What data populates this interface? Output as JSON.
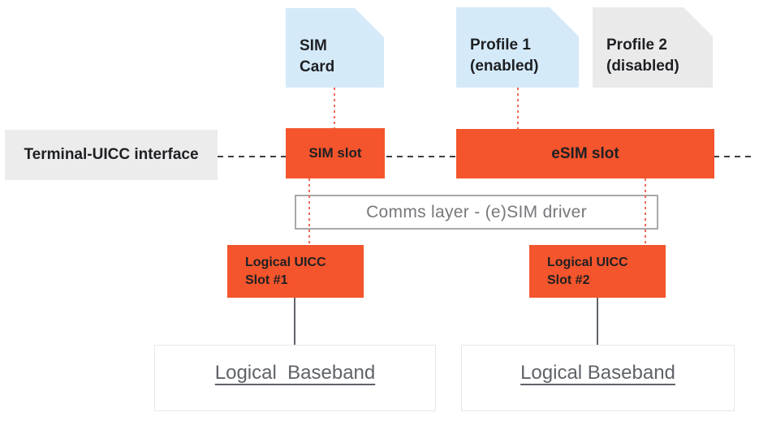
{
  "colors": {
    "orange": "#F4552C",
    "light-blue": "#D5EAF9",
    "light-gray": "#EAEAEA",
    "dark-text": "#1E2023",
    "gray-text": "#77787B",
    "baseband-text": "#5F6368",
    "red-dotted": "#EC6B59",
    "dashed-line": "#3C4043",
    "comms-border": "#A8A8A8",
    "baseband-border": "#E8E8E8",
    "connector-gray": "#5F6368"
  },
  "nodes": {
    "sim_card": {
      "label": "SIM\nCard",
      "state": ""
    },
    "profile1": {
      "label": "Profile 1\n(enabled)",
      "state": "enabled"
    },
    "profile2": {
      "label": "Profile 2\n(disabled)",
      "state": "disabled"
    },
    "terminal_uicc": {
      "label": "Terminal-UICC interface"
    },
    "sim_slot": {
      "label": "SIM slot"
    },
    "esim_slot": {
      "label": "eSIM slot"
    },
    "comms_layer": {
      "label": "Comms layer - (e)SIM driver"
    },
    "uicc_slot1": {
      "label": "Logical UICC\nSlot #1"
    },
    "uicc_slot2": {
      "label": "Logical UICC\nSlot #2"
    },
    "baseband1": {
      "label": "Logical  Baseband"
    },
    "baseband2": {
      "label": "Logical Baseband"
    }
  }
}
